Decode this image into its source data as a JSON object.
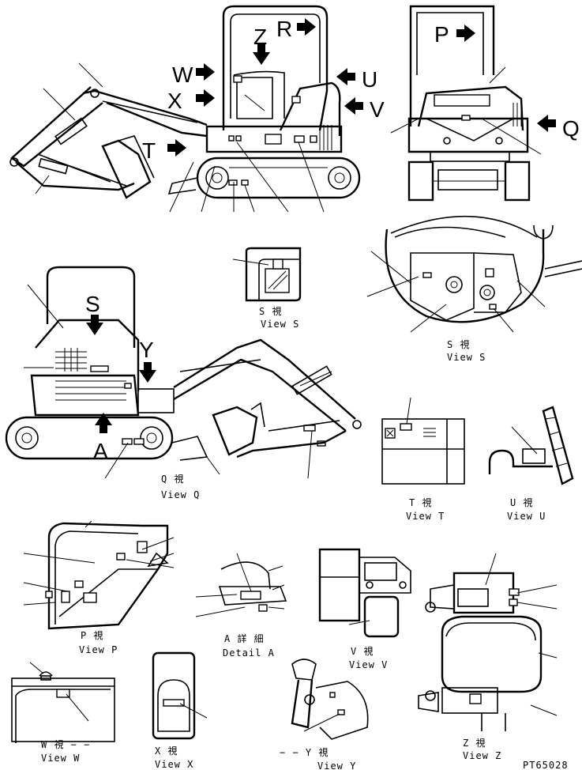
{
  "views": {
    "s": {
      "jp": "S 視",
      "en": "View S"
    },
    "s2": {
      "jp": "S 視",
      "en": "View S"
    },
    "q": {
      "jp": "Q 視",
      "en": "View Q"
    },
    "t": {
      "jp": "T 視",
      "en": "View T"
    },
    "u": {
      "jp": "U 視",
      "en": "View U"
    },
    "p": {
      "jp": "P 視",
      "en": "View P"
    },
    "a": {
      "jp": "A 詳 細",
      "en": "Detail A"
    },
    "v": {
      "jp": "V 視",
      "en": "View V"
    },
    "z": {
      "jp": "Z 視",
      "en": "View Z"
    },
    "w": {
      "jp": "W 視 − −",
      "en": "View W"
    },
    "x": {
      "jp": "X 視",
      "en": "View X"
    },
    "y": {
      "jp": "− − Y 視",
      "en": "View Y"
    }
  },
  "arrows": {
    "w": "W",
    "x": "X",
    "t": "T",
    "z": "Z",
    "r": "R",
    "u": "U",
    "v": "V",
    "p": "P",
    "q": "Q",
    "s": "S",
    "y": "Y",
    "a": "A"
  },
  "drawing_no": "PT65028",
  "icons": [
    "arrow-icon",
    "excavator-icon",
    "cab-icon"
  ]
}
